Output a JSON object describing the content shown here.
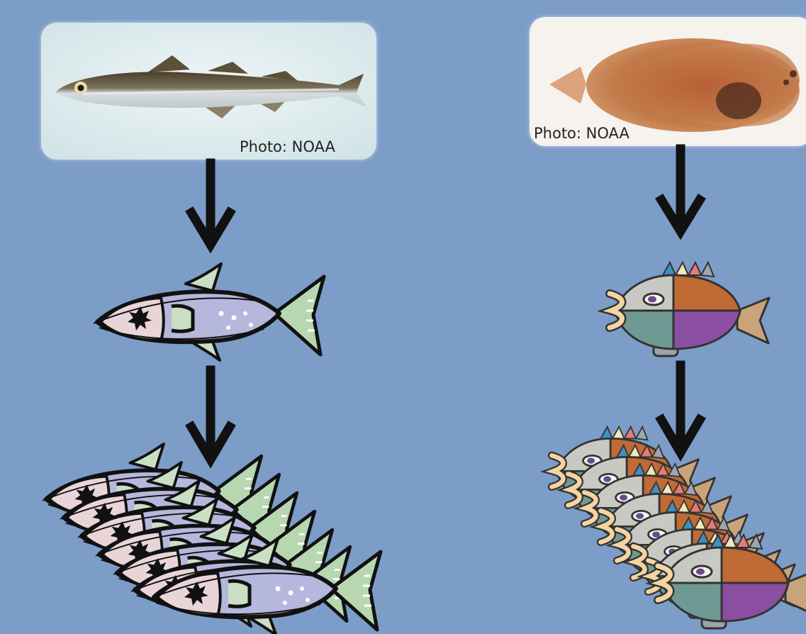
{
  "panels": [
    {
      "side": "left",
      "photo_credit": "Photo: NOAA",
      "species_icon": "slender-fish-photo",
      "cartoon_icon": "sketch-fish-icon"
    },
    {
      "side": "right",
      "photo_credit": "Photo: NOAA",
      "species_icon": "flatfish-photo",
      "cartoon_icon": "cartoon-round-fish-icon"
    }
  ],
  "colors": {
    "background": "#7c9dc8",
    "arrow": "#111111",
    "left_photo_bg": "#e4eef0",
    "right_photo_bg": "#f6f2ee"
  }
}
